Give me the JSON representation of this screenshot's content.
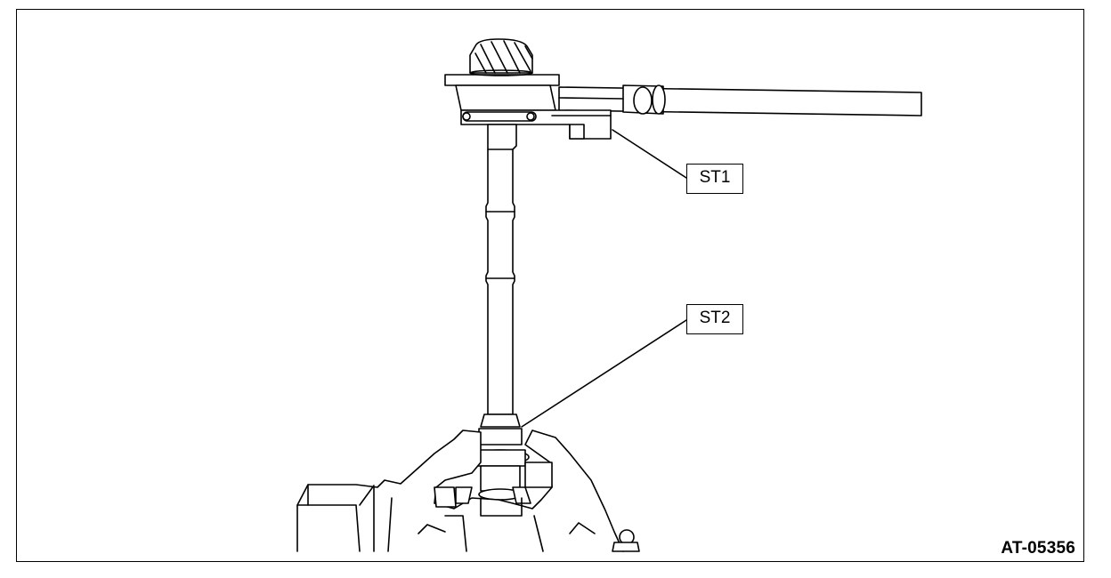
{
  "callouts": {
    "st1": "ST1",
    "st2": "ST2"
  },
  "figure_id": "AT-05356",
  "colors": {
    "line": "#000000",
    "background": "#ffffff"
  }
}
